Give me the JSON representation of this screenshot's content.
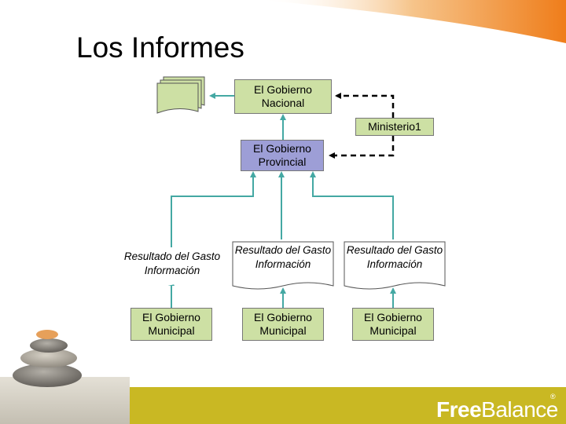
{
  "slide": {
    "title": "Los Informes"
  },
  "nodes": {
    "nacional": "El Gobierno\nNacional",
    "ministerio": "Ministerio1",
    "provincial": "El Gobierno\nProvincial",
    "municipal_1": "El Gobierno\nMunicipal",
    "municipal_2": "El Gobierno\nMunicipal",
    "municipal_3": "El Gobierno\nMunicipal"
  },
  "documents": {
    "doc_1": "Resultado del Gasto\nInformación",
    "doc_2": "Resultado del Gasto\nInformación",
    "doc_3": "Resultado del Gasto\nInformación"
  },
  "brand": {
    "logo_bold": "Free",
    "logo_light": "Balance",
    "trademark": "®"
  },
  "colors": {
    "node_green": "#cde0a4",
    "node_purple": "#9d9ed6",
    "arrow_teal": "#44a8a3",
    "accent_orange": "#f08a24",
    "band_olive": "#c9b823"
  }
}
